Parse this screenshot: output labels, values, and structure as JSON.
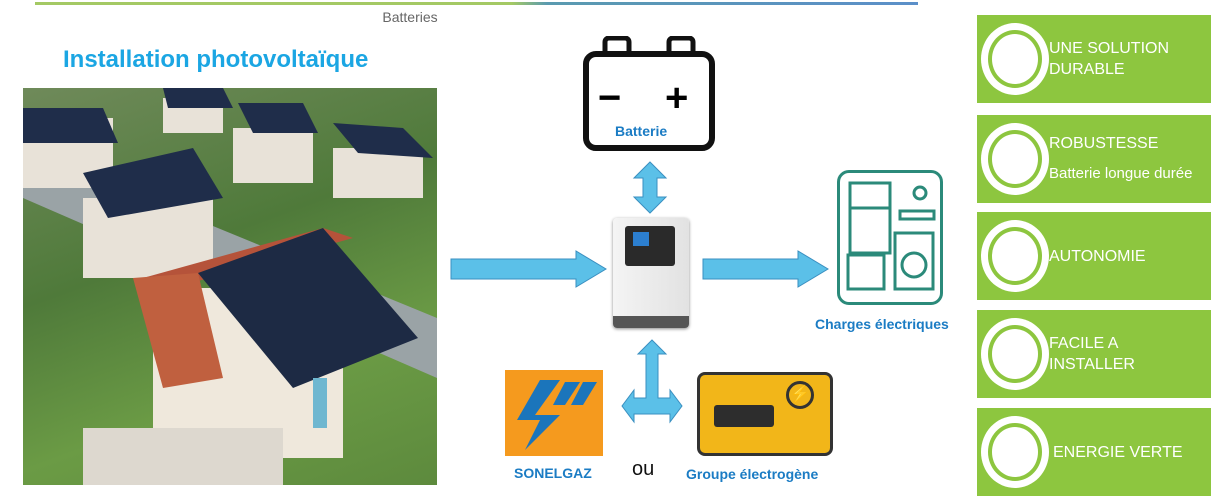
{
  "header": {
    "subtitle": "Batteries"
  },
  "left": {
    "title": "Installation photovoltaïque"
  },
  "diagram": {
    "battery_label": "Batterie",
    "battery_minus": "−",
    "battery_plus": "+",
    "loads_label": "Charges électriques",
    "grid_label": "SONELGAZ",
    "or_label": "ou",
    "generator_label": "Groupe électrogène"
  },
  "features": [
    {
      "icon": "recycle-leaf-icon",
      "lines": [
        "UNE SOLUTION",
        "DURABLE"
      ]
    },
    {
      "icon": "battery-leaf-icon",
      "lines": [
        "ROBUSTESSE",
        "Batterie longue durée"
      ]
    },
    {
      "icon": "plug-leaf-icon",
      "lines": [
        "AUTONOMIE"
      ]
    },
    {
      "icon": "clock-icon",
      "lines": [
        "FACILE A",
        "INSTALLER"
      ]
    },
    {
      "icon": "bulb-leaf-icon",
      "lines": [
        "ENERGIE VERTE"
      ]
    }
  ],
  "colors": {
    "accent_blue": "#1ba6e3",
    "feature_green": "#8dc63f",
    "arrow_blue": "#5bc0e8"
  }
}
